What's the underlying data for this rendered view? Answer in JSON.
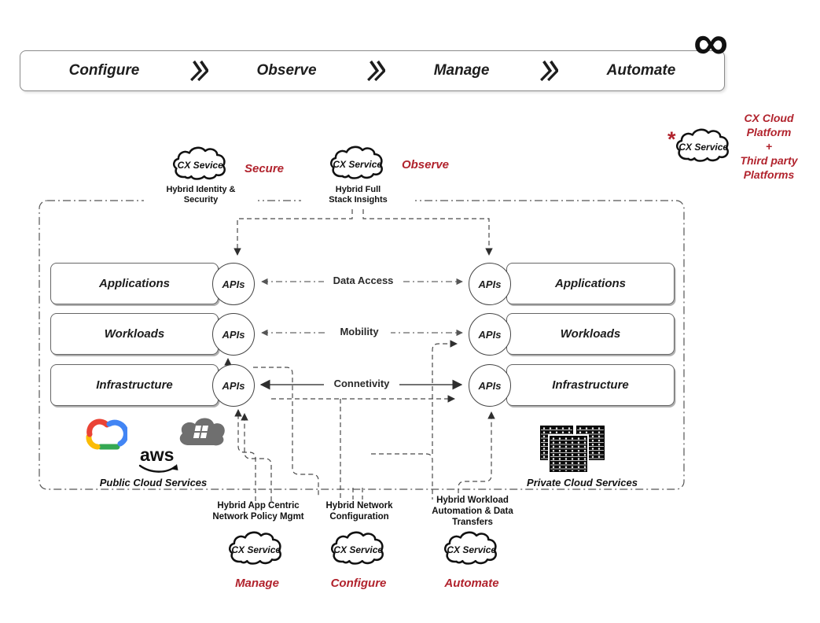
{
  "banner": {
    "steps": [
      "Configure",
      "Observe",
      "Manage",
      "Automate"
    ],
    "infinity_symbol": "∞"
  },
  "top_services": [
    {
      "cloud": "CX Sevice",
      "tag": "Secure",
      "caption": "Hybrid Identity &\nSecurity"
    },
    {
      "cloud": "CX Service",
      "tag": "Observe",
      "caption": "Hybrid Full\nStack Insights"
    }
  ],
  "platform": {
    "asterisk": "*",
    "cloud": "CX Service",
    "note": "CX Cloud\nPlatform\n+\nThird party\nPlatforms"
  },
  "matrix": {
    "api_label": "APIs",
    "rows": [
      {
        "left": "Applications",
        "right": "Applications",
        "connector": "Data Access"
      },
      {
        "left": "Workloads",
        "right": "Workloads",
        "connector": "Mobility"
      },
      {
        "left": "Infrastructure",
        "right": "Infrastructure",
        "connector": "Connetivity"
      }
    ]
  },
  "providers": {
    "public_caption": "Public Cloud Services",
    "private_caption": "Private Cloud Services",
    "aws_wordmark": "aws"
  },
  "bottom_services": [
    {
      "caption": "Hybrid App Centric\nNetwork Policy Mgmt",
      "cloud": "CX Service",
      "tag": "Manage"
    },
    {
      "caption": "Hybrid Network\nConfiguration",
      "cloud": "CX Service",
      "tag": "Configure"
    },
    {
      "caption": "Hybrid Workload\nAutomation & Data\nTransfers",
      "cloud": "CX Service",
      "tag": "Automate"
    }
  ],
  "colors": {
    "accent_red": "#b1232d",
    "line_gray": "#4a4a4a"
  }
}
